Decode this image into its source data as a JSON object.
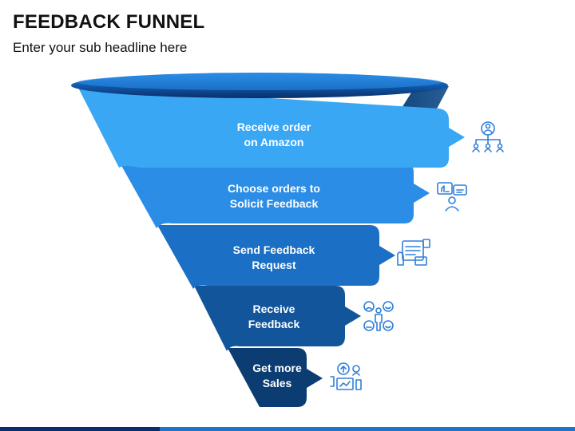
{
  "header": {
    "title": "FEEDBACK FUNNEL",
    "subtitle": "Enter your sub headline here"
  },
  "stages": [
    {
      "label": "Receive order\non Amazon",
      "color": "#3aa7f5",
      "icon": "organization-chart-icon"
    },
    {
      "label": "Choose orders to\nSolicit Feedback",
      "color": "#2b8de6",
      "icon": "feedback-review-icon"
    },
    {
      "label": "Send Feedback\nRequest",
      "color": "#1b6fc4",
      "icon": "feedback-document-icon"
    },
    {
      "label": "Receive\nFeedback",
      "color": "#12559b",
      "icon": "customer-emotions-icon"
    },
    {
      "label": "Get more\nSales",
      "color": "#0b3d73",
      "icon": "sales-growth-icon"
    }
  ],
  "colors": {
    "rim_top": "#1c7bd8",
    "rim_bottom": "#0a3f86",
    "funnel_back": "#1e4f86",
    "icon_stroke": "#2f7fd8"
  }
}
